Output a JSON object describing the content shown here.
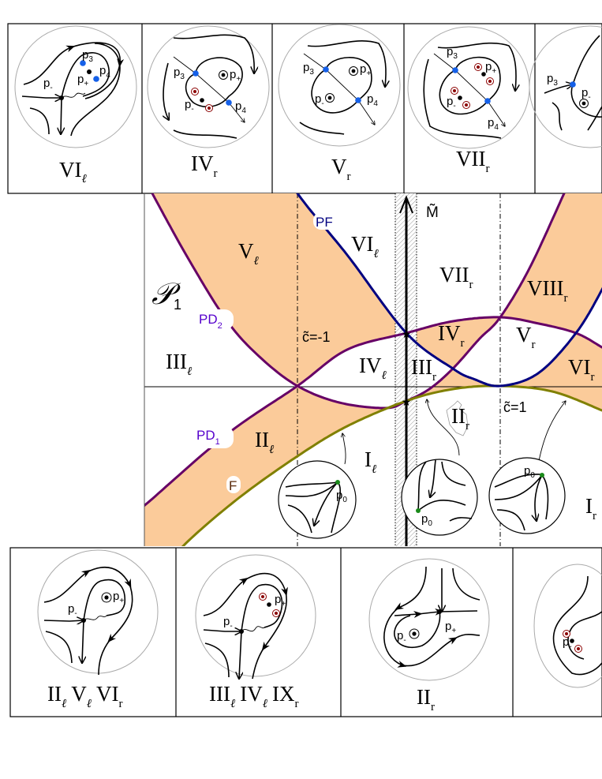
{
  "colors": {
    "shading": "#FBCB9A",
    "pd_curves": "#660066",
    "pd_label": "#5500CC",
    "pf_curve": "#000080",
    "f_curve": "#808000",
    "f_label": "#5A2A0A",
    "saddle_blue": "#1560E8",
    "focus_red": "#8B0000",
    "p0_green": "#1A8A1A"
  },
  "top_panels": [
    {
      "label": {
        "main": "VI",
        "sub": "ℓ"
      },
      "points": {
        "p3": "3",
        "p4": "4",
        "pplus": "+",
        "pminus": "-"
      }
    },
    {
      "label": {
        "main": "IV",
        "sub": "r"
      },
      "points": {
        "p3": "3",
        "p4": "4",
        "pplus": "+",
        "pminus": "-"
      }
    },
    {
      "label": {
        "main": "V",
        "sub": "r"
      },
      "points": {
        "p3": "3",
        "p4": "4",
        "pplus": "+",
        "pminus": "-"
      }
    },
    {
      "label": {
        "main": "VII",
        "sub": "r"
      },
      "points": {
        "p3": "3",
        "p4": "4",
        "pplus": "+",
        "pminus": "-"
      }
    },
    {
      "points": {
        "p3": "3",
        "pminus": "-"
      }
    }
  ],
  "main": {
    "plane_symbol": "𝒫",
    "plane_index": "1",
    "axis_label": "M̃",
    "c_minus": "c̃=-1",
    "c_plus": "c̃=1",
    "curves": {
      "PF": "PF",
      "PD2": {
        "main": "PD",
        "sub": "2"
      },
      "PD1": {
        "main": "PD",
        "sub": "1"
      },
      "F": "F"
    },
    "regions": [
      {
        "main": "V",
        "sub": "ℓ"
      },
      {
        "main": "VI",
        "sub": "ℓ"
      },
      {
        "main": "VII",
        "sub": "r"
      },
      {
        "main": "VIII",
        "sub": "r"
      },
      {
        "main": "III",
        "sub": "ℓ"
      },
      {
        "main": "IV",
        "sub": "ℓ"
      },
      {
        "main": "III",
        "sub": "r"
      },
      {
        "main": "IV",
        "sub": "r"
      },
      {
        "main": "V",
        "sub": "r"
      },
      {
        "main": "VI",
        "sub": "r"
      },
      {
        "main": "II",
        "sub": "ℓ"
      },
      {
        "main": "I",
        "sub": "ℓ"
      },
      {
        "main": "II",
        "sub": "r"
      },
      {
        "main": "I",
        "sub": "r"
      }
    ],
    "insets": [
      {
        "point": "p",
        "sub": "0"
      },
      {
        "point": "p",
        "sub": "0"
      },
      {
        "point": "p",
        "sub": "0"
      }
    ]
  },
  "bottom_panels": [
    {
      "labels": [
        {
          "main": "II",
          "sub": "ℓ"
        },
        {
          "main": "V",
          "sub": "ℓ"
        },
        {
          "main": "VI",
          "sub": "r"
        }
      ],
      "points": {
        "pplus": "+",
        "pminus": "-"
      }
    },
    {
      "labels": [
        {
          "main": "III",
          "sub": "ℓ"
        },
        {
          "main": "IV",
          "sub": "ℓ"
        },
        {
          "main": "IX",
          "sub": "r"
        }
      ],
      "points": {
        "pplus": "+",
        "pminus": "-"
      }
    },
    {
      "labels": [
        {
          "main": "II",
          "sub": "r"
        }
      ],
      "points": {
        "pplus": "+",
        "pminus": "-"
      }
    },
    {
      "points": {
        "pminus": "-"
      }
    }
  ]
}
